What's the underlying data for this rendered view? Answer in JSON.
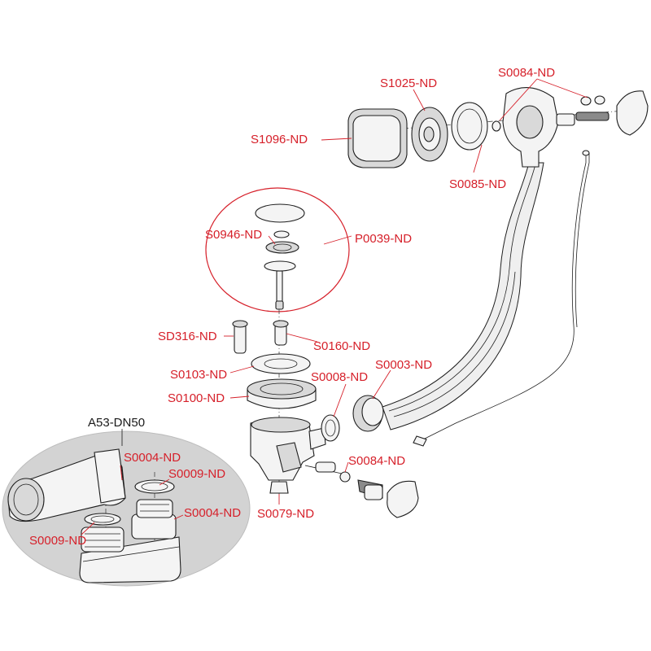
{
  "parts": {
    "s1025": "S1025-ND",
    "s0084_top": "S0084-ND",
    "s1096": "S1096-ND",
    "s0085": "S0085-ND",
    "s0946": "S0946-ND",
    "p0039": "P0039-ND",
    "sd316": "SD316-ND",
    "s0160": "S0160-ND",
    "s0103": "S0103-ND",
    "s0008": "S0008-ND",
    "s0003": "S0003-ND",
    "s0100": "S0100-ND",
    "s0084_bottom": "S0084-ND",
    "s0079": "S0079-ND",
    "a53": "A53-DN50",
    "s0004_upper": "S0004-ND",
    "s0009_upper": "S0009-ND",
    "s0004_lower": "S0004-ND",
    "s0009_lower": "S0009-ND"
  },
  "colors": {
    "label_red": "#d6202a",
    "callout_fill": "#d3d3d3",
    "outline": "#1e1e1e"
  }
}
